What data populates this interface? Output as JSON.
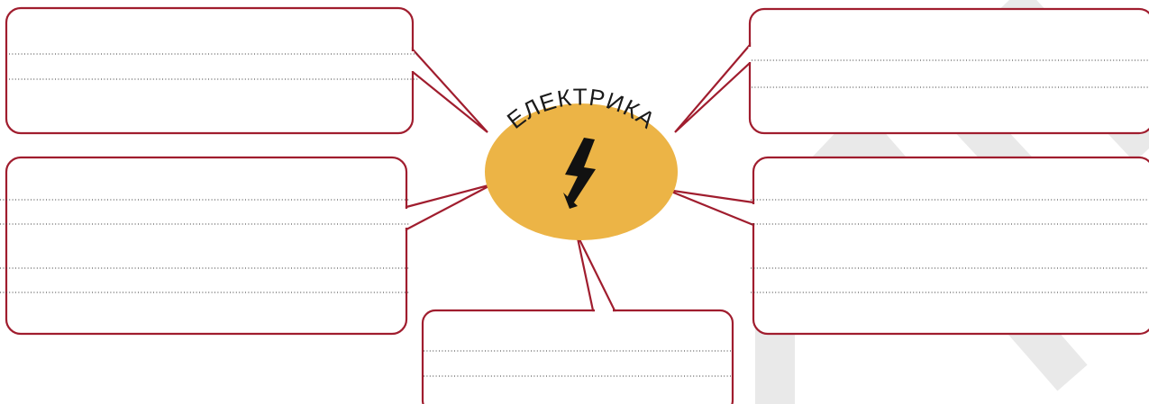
{
  "center": {
    "title": "ЕЛЕКТРИКА",
    "icon": "lightning-bolt-icon",
    "fill_color": "#ecb446"
  },
  "colors": {
    "box_border": "#a01d2e",
    "watermark": "#e9e9e9"
  },
  "boxes": [
    {
      "id": "top-left",
      "lines": 2
    },
    {
      "id": "top-right",
      "lines": 2
    },
    {
      "id": "middle-left",
      "lines": 4
    },
    {
      "id": "middle-right",
      "lines": 4
    },
    {
      "id": "bottom-center",
      "lines": 2
    }
  ]
}
